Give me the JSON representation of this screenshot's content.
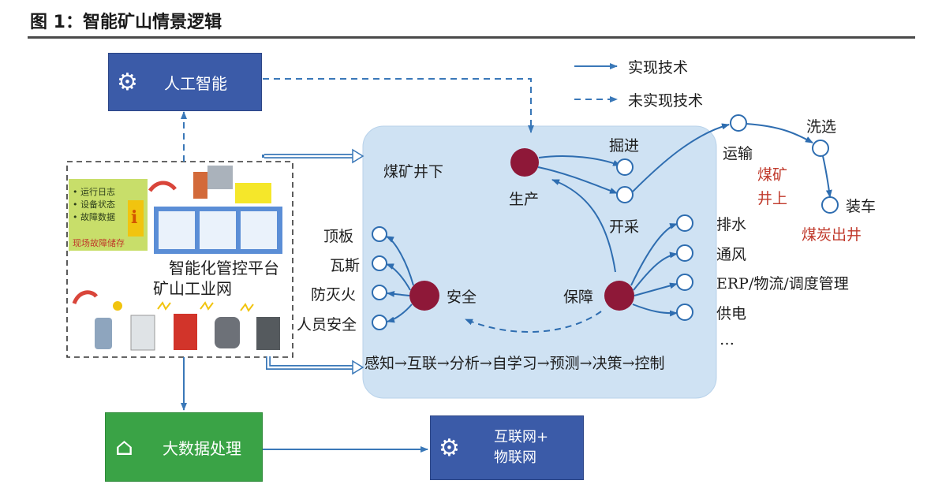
{
  "figure_title": "图 1：智能矿山情景逻辑",
  "legend": {
    "realized": "实现技术",
    "unrealized": "未实现技术"
  },
  "boxes": {
    "ai": "人工智能",
    "bigdata": "大数据处理",
    "iot_line1": "互联网+",
    "iot_line2": "物联网"
  },
  "left_panel": {
    "notes": [
      "运行日志",
      "设备状态",
      "故障数据"
    ],
    "note_footer": "现场故障储存",
    "platform": "智能化管控平台",
    "network": "矿山工业网"
  },
  "underground": {
    "title": "煤矿井下",
    "production": "生产",
    "tunneling": "掘进",
    "mining": "开采",
    "safety": "安全",
    "safety_items": [
      "顶板",
      "瓦斯",
      "防灭火",
      "人员安全"
    ],
    "support": "保障",
    "support_items": [
      "排水",
      "通风",
      "ERP/物流/调度管理",
      "供电",
      "…"
    ],
    "chain": "感知→互联→分析→自学习→预测→决策→控制"
  },
  "surface": {
    "transport": "运输",
    "washing": "洗选",
    "loading": "装车",
    "above_line1": "煤矿",
    "above_line2": "井上",
    "output": "煤炭出井"
  },
  "colors": {
    "blue_box": "#3b5ba8",
    "green_box": "#3aa346",
    "panel": "#cfe2f3",
    "node_dark": "#8e1838",
    "arrow": "#3a78b8",
    "red_text": "#c0392b"
  }
}
